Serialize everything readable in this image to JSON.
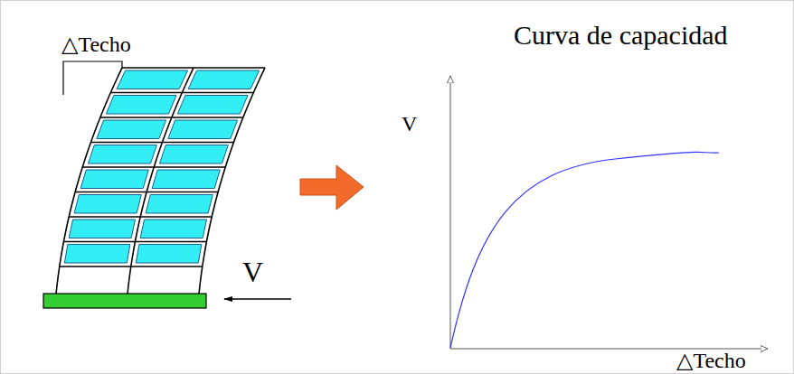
{
  "diagram": {
    "title": "Curva de capacidad",
    "labels": [
      "△Techo",
      "V",
      "V",
      "△Techo"
    ]
  }
}
